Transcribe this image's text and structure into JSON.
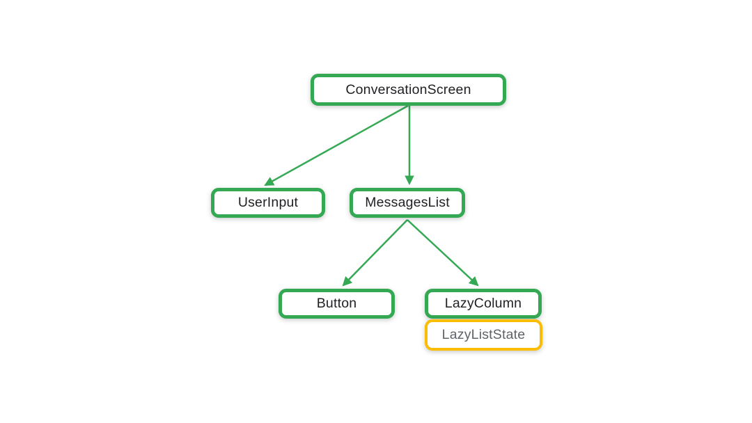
{
  "diagram": {
    "description": "Component tree diagram",
    "nodes": {
      "conversation_screen": {
        "label": "ConversationScreen",
        "border_color": "#34A853",
        "text_color": "#202124"
      },
      "user_input": {
        "label": "UserInput",
        "border_color": "#34A853",
        "text_color": "#202124"
      },
      "messages_list": {
        "label": "MessagesList",
        "border_color": "#34A853",
        "text_color": "#202124"
      },
      "button": {
        "label": "Button",
        "border_color": "#34A853",
        "text_color": "#202124"
      },
      "lazy_column": {
        "label": "LazyColumn",
        "border_color": "#34A853",
        "text_color": "#202124"
      },
      "lazy_list_state": {
        "label": "LazyListState",
        "border_color": "#FBBC04",
        "text_color": "#5F6368"
      }
    },
    "edges": [
      {
        "from": "ConversationScreen",
        "to": "UserInput"
      },
      {
        "from": "ConversationScreen",
        "to": "MessagesList"
      },
      {
        "from": "MessagesList",
        "to": "Button"
      },
      {
        "from": "MessagesList",
        "to": "LazyColumn"
      }
    ],
    "colors": {
      "arrow_green": "#34A853",
      "node_border_green": "#34A853",
      "node_border_yellow": "#FBBC04",
      "dark_text": "#202124",
      "gray_text": "#5F6368",
      "background": "#FFFFFF"
    }
  }
}
